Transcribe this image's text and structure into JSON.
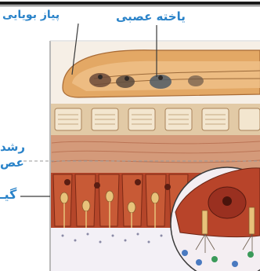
{
  "labels": {
    "onion": "پیاز بویایی",
    "neuron": "یاخته عصبی",
    "growth_line1": "رشد",
    "growth_line2": "عص",
    "gi": "گیـ"
  },
  "colors": {
    "label": "#2a83c9",
    "bulb_top": "#e8b070",
    "bulb_body": "#d79a5c",
    "tissue_band": "#c98a63",
    "bone": "#e6d3b6",
    "mucosa": "#b5462a",
    "mucosa_dark": "#8a2f1b",
    "mucus": "#f3f0f6",
    "frame": "#b9b9b9"
  }
}
